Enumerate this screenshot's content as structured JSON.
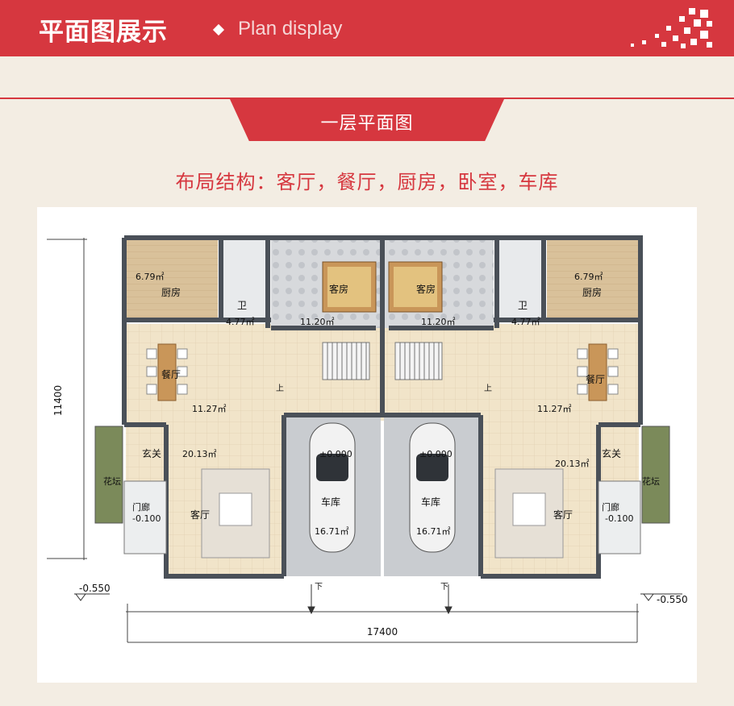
{
  "header": {
    "title": "平面图展示",
    "subtitle": "Plan display"
  },
  "section_title": "一层平面图",
  "layout_description": "布局结构：客厅，餐厅，厨房，卧室，车库",
  "plan": {
    "left_unit": {
      "kitchen_area": "6.79㎡",
      "kitchen": "厨房",
      "bath_area": "4.77㎡",
      "bath": "卫",
      "guest_room": "客房",
      "guest_room_area": "11.20㎡",
      "dining": "餐厅",
      "dining_area": "11.27㎡",
      "foyer": "玄关",
      "foyer_area": "20.13㎡",
      "planter": "花坛",
      "porch": "门廊",
      "porch_level": "-0.100",
      "living": "客厅",
      "garage_level": "±0.000",
      "garage": "车库",
      "garage_area": "16.71㎡",
      "down": "下",
      "up": "上"
    },
    "right_unit": {
      "kitchen_area": "6.79㎡",
      "kitchen": "厨房",
      "bath_area": "4.77㎡",
      "bath": "卫",
      "guest_room": "客房",
      "guest_room_area": "11.20㎡",
      "dining": "餐厅",
      "dining_area": "11.27㎡",
      "foyer": "玄关",
      "foyer_area": "20.13㎡",
      "planter": "花坛",
      "porch": "门廊",
      "porch_level": "-0.100",
      "living": "客厅",
      "garage_level": "±0.000",
      "garage": "车库",
      "garage_area": "16.71㎡",
      "down": "下",
      "up": "上"
    },
    "dim_height": "11400",
    "dim_width": "17400",
    "level_left": "-0.550",
    "level_right": "-0.550"
  },
  "colors": {
    "brand_red": "#d6373f",
    "page_bg": "#f3ede3",
    "floor_tile": "#f1e4c9",
    "wall": "#4a5058"
  }
}
